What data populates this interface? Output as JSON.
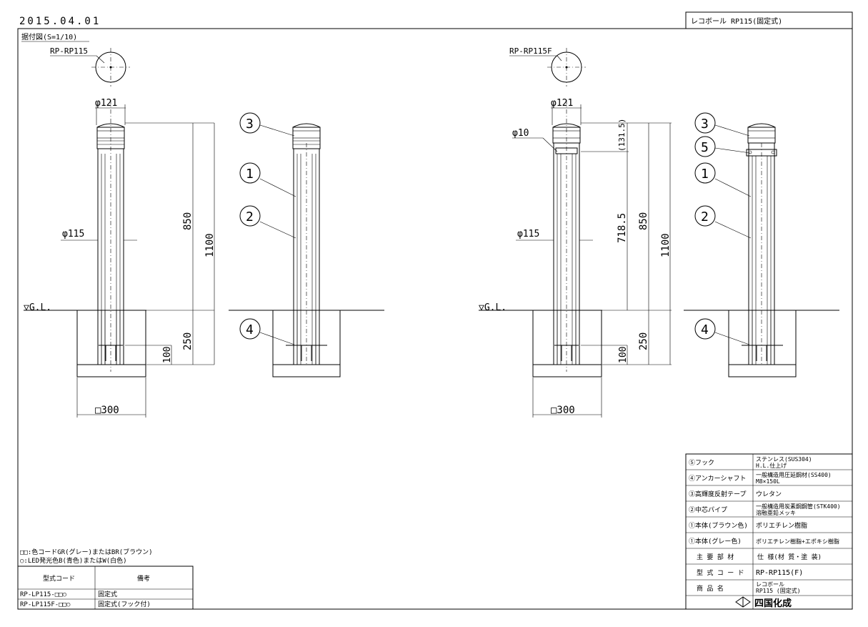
{
  "header": {
    "date": "2015.04.01",
    "title_block_name": "レコボール RP115(固定式)"
  },
  "sheet": {
    "scale_label": "据付図(S=1/10)"
  },
  "view_left": {
    "model_label": "RP-RP115",
    "dia_top": "φ121",
    "dia_body": "φ115",
    "dim_850": "850",
    "dim_1100": "1100",
    "dim_250": "250",
    "dim_100": "100",
    "base": "□300",
    "gl": "▽G.L."
  },
  "view_right": {
    "model_label": "RP-RP115F",
    "dia_top": "φ121",
    "dia_hook": "φ10",
    "dia_body": "φ115",
    "dim_1315": "(131.5)",
    "dim_7185": "718.5",
    "dim_850": "850",
    "dim_1100": "1100",
    "dim_250": "250",
    "dim_100": "100",
    "base": "□300",
    "gl": "▽G.L."
  },
  "balloons": {
    "b1": "1",
    "b2": "2",
    "b3": "3",
    "b4": "4",
    "b5": "5"
  },
  "parts_table": {
    "rows": [
      {
        "part": "⑤フック",
        "spec": "ステンレス(SUS304)",
        "spec2": "H.L.仕上げ"
      },
      {
        "part": "④アンカーシャフト",
        "spec": "一般構造用圧延鋼材(SS400)",
        "spec2": "M8×150L"
      },
      {
        "part": "③高輝度反射テープ",
        "spec": "ウレタン",
        "spec2": ""
      },
      {
        "part": "②中芯パイプ",
        "spec": "一般構造用炭素鋼鋼管(STK400)",
        "spec2": "溶融亜鉛メッキ"
      },
      {
        "part": "①本体(ブラウン色)",
        "spec": "ポリエチレン樹脂",
        "spec2": ""
      },
      {
        "part": "①本体(グレー色)",
        "spec": "ポリエチレン樹脂+エポキシ樹脂",
        "spec2": ""
      }
    ],
    "header_part": "主 要 部 材",
    "header_spec": "仕 様(材 質・塗 装)",
    "model_code_label": "型 式 コ ー ド",
    "model_code_value": "RP-RP115(F)",
    "product_name_label": "商 品 名",
    "product_name_value": "レコボール",
    "product_name_value2": "RP115 (固定式)",
    "company": "四国化成"
  },
  "notes": {
    "line1": "□□:色コードGR(グレー)またはBR(ブラウン)",
    "line2": "○:LED発光色B(青色)またはW(白色)"
  },
  "code_table": {
    "header_code": "型式コード",
    "header_note": "備考",
    "rows": [
      {
        "code": "RP-LP115-□□○",
        "note": "固定式"
      },
      {
        "code": "RP-LP115F-□□○",
        "note": "固定式(フック付)"
      }
    ]
  }
}
